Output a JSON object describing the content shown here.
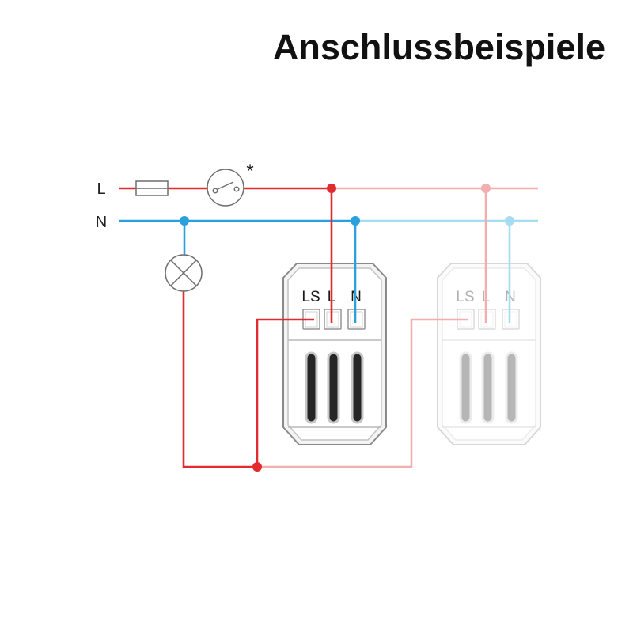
{
  "title": "Anschlussbeispiele",
  "conductors": {
    "live_label": "L",
    "neutral_label": "N"
  },
  "switch_note": "*",
  "devices": [
    {
      "terminals": [
        "LS",
        "L",
        "N"
      ]
    },
    {
      "terminals": [
        "LS",
        "L",
        "N"
      ]
    }
  ],
  "colors": {
    "live": "#e12b2f",
    "neutral": "#2aa0dc",
    "live_faded": "#f3aeb0",
    "neutral_faded": "#a6dcf2",
    "device_outline": "#8a8a8a"
  }
}
